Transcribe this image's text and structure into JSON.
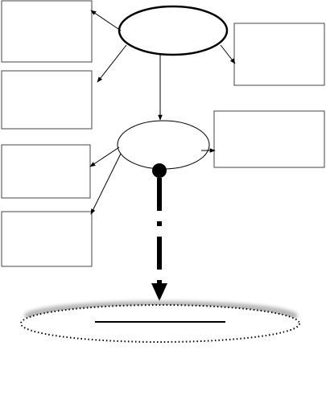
{
  "diagram": {
    "nodes": [
      {
        "id": "top-ellipse",
        "shape": "ellipse",
        "label": ""
      },
      {
        "id": "middle-ellipse",
        "shape": "ellipse",
        "label": ""
      },
      {
        "id": "bottom-ellipse",
        "shape": "ellipse",
        "label": "",
        "border": "dotted",
        "has_blank_line": true
      },
      {
        "id": "box-top-left",
        "shape": "rect",
        "label": ""
      },
      {
        "id": "box-left-2",
        "shape": "rect",
        "label": ""
      },
      {
        "id": "box-left-3",
        "shape": "rect",
        "label": ""
      },
      {
        "id": "box-left-4",
        "shape": "rect",
        "label": ""
      },
      {
        "id": "box-top-right",
        "shape": "rect",
        "label": ""
      },
      {
        "id": "box-middle-right",
        "shape": "rect",
        "label": ""
      }
    ],
    "edges": [
      {
        "from": "top-ellipse",
        "to": "box-top-left",
        "style": "solid"
      },
      {
        "from": "top-ellipse",
        "to": "box-left-2",
        "style": "solid"
      },
      {
        "from": "top-ellipse",
        "to": "box-top-right",
        "style": "solid"
      },
      {
        "from": "top-ellipse",
        "to": "middle-ellipse",
        "style": "solid"
      },
      {
        "from": "middle-ellipse",
        "to": "box-left-3",
        "style": "solid"
      },
      {
        "from": "middle-ellipse",
        "to": "box-left-4",
        "style": "solid"
      },
      {
        "from": "middle-ellipse",
        "to": "box-middle-right",
        "style": "solid"
      },
      {
        "from": "middle-ellipse",
        "to": "bottom-ellipse",
        "style": "dash-dot-bold"
      }
    ],
    "colors": {
      "stroke": "#000000",
      "box_stroke": "#444444",
      "fill": "#ffffff",
      "shadow": "#b8b8b8"
    }
  }
}
